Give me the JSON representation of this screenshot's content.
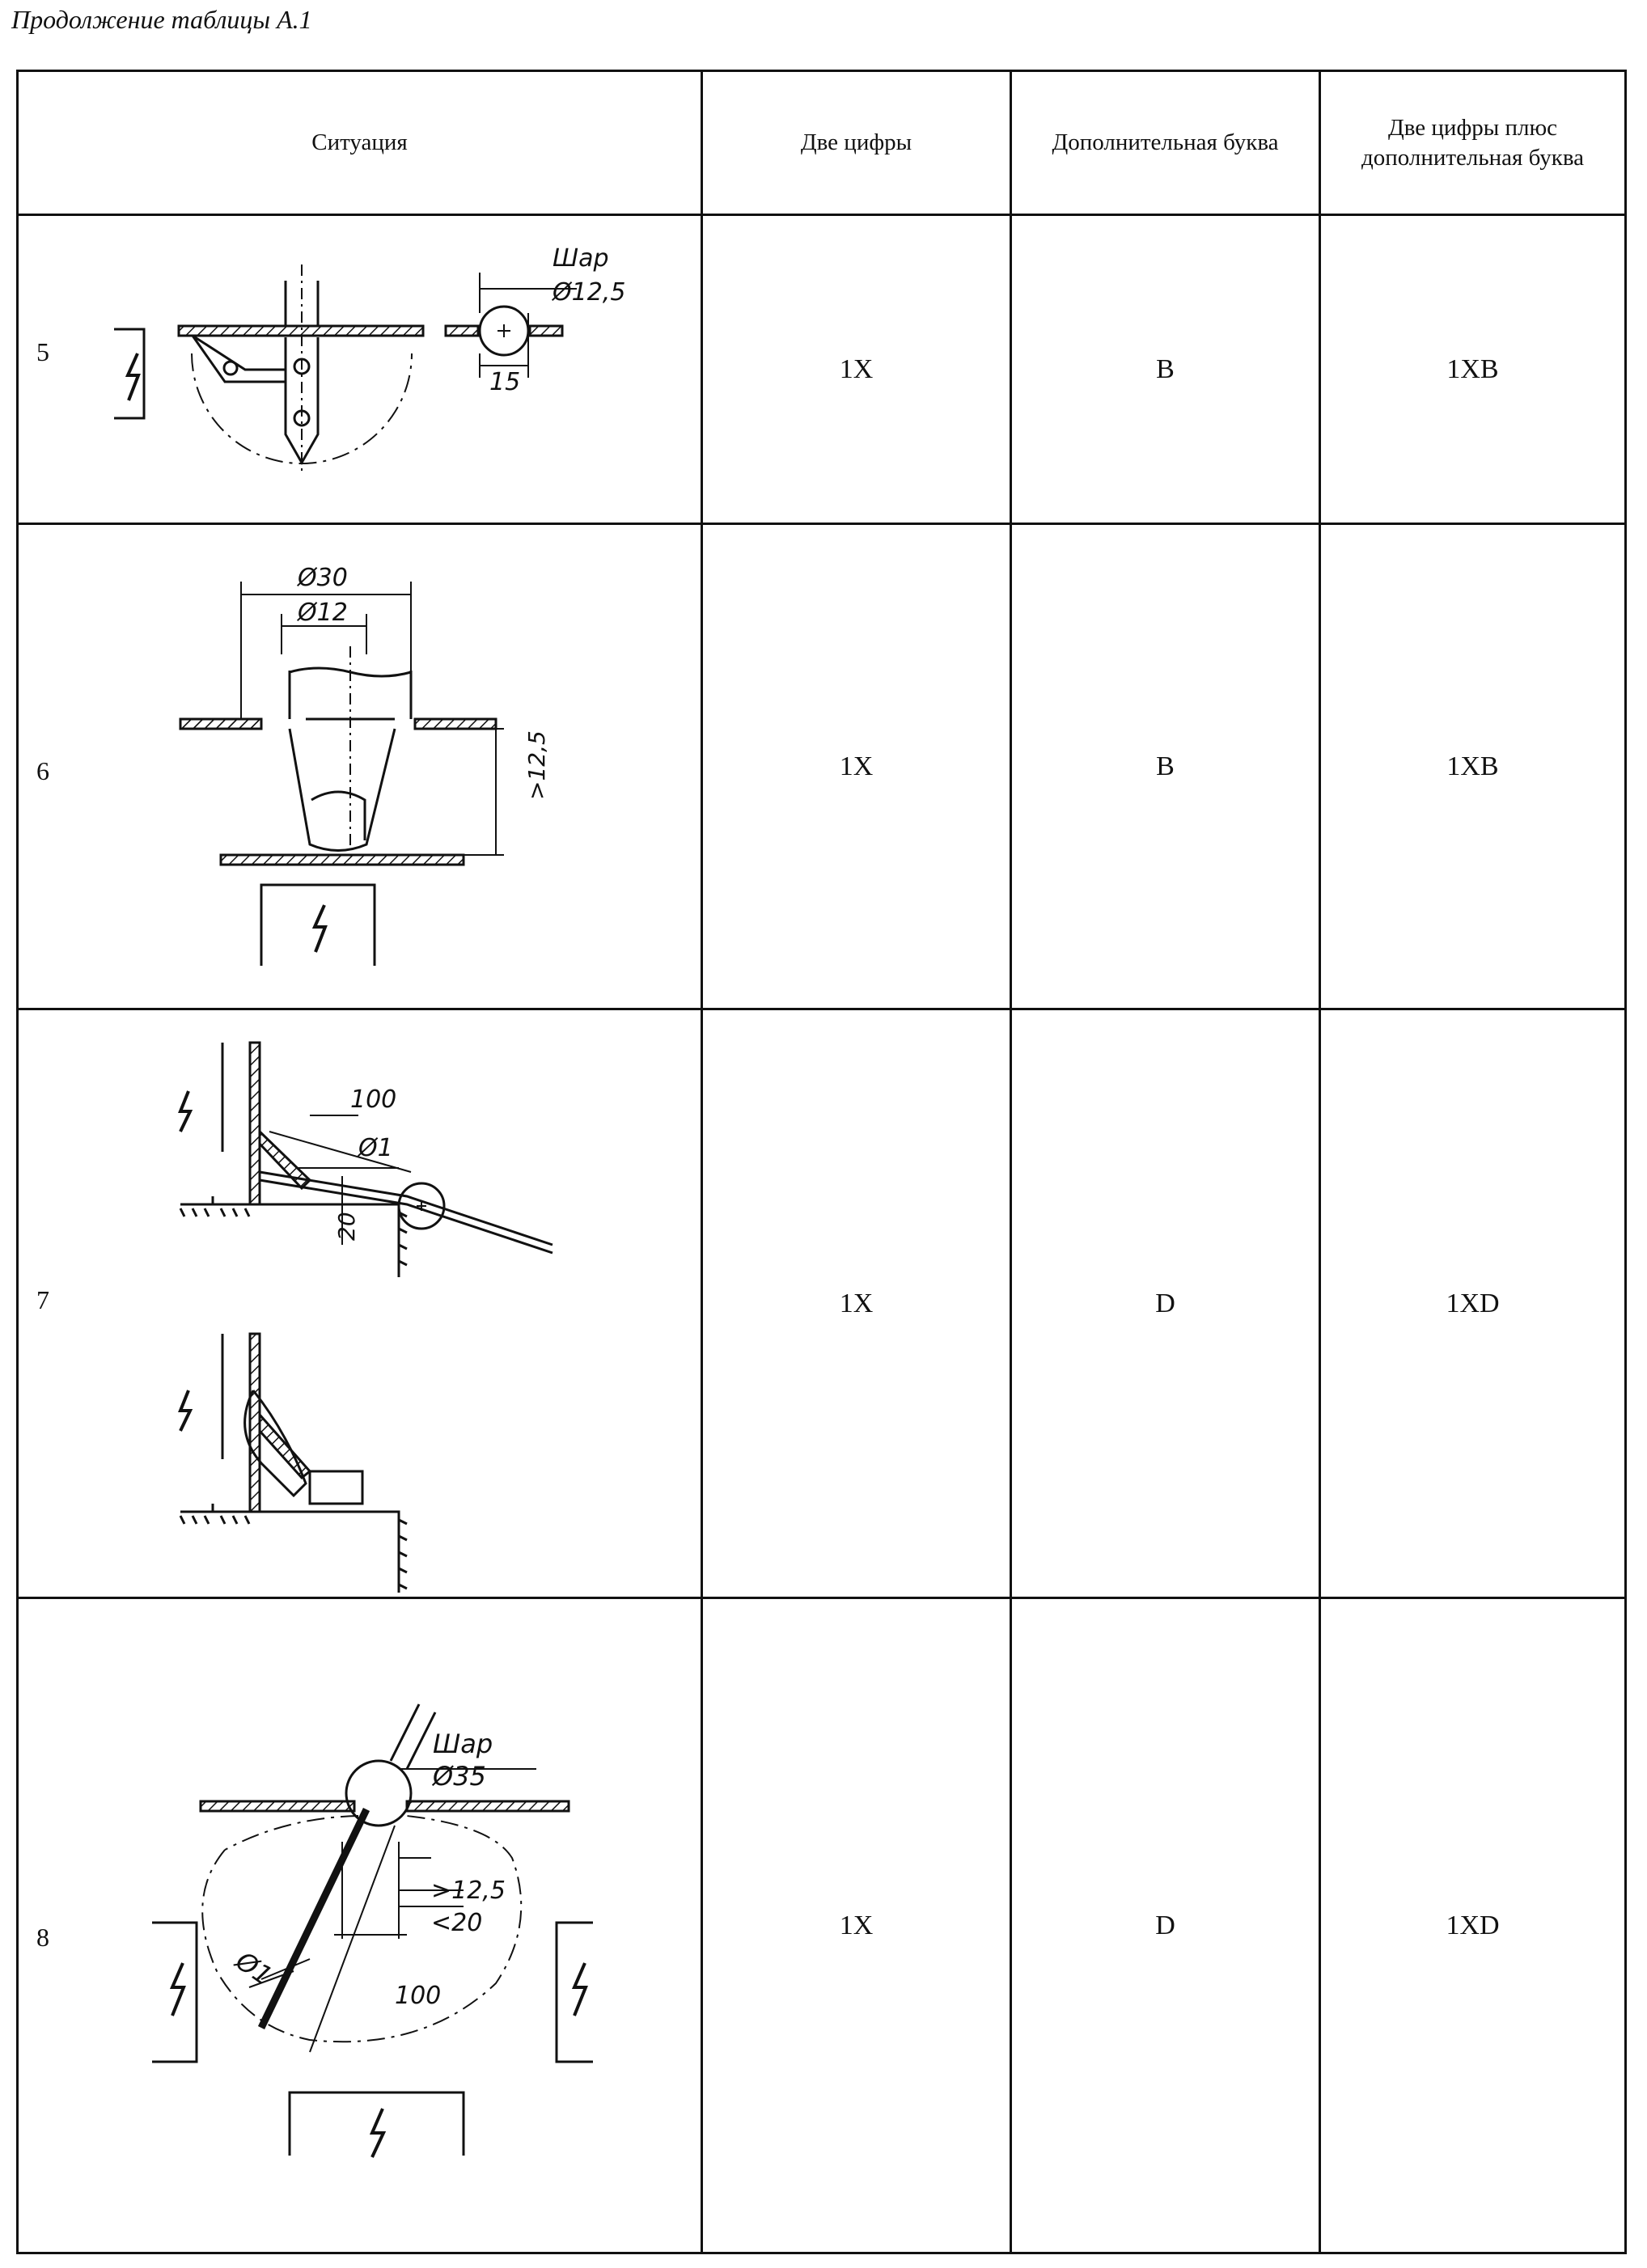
{
  "caption": "Продолжение таблицы А.1",
  "headers": {
    "situation": "Ситуация",
    "two_digits": "Две цифры",
    "extra_letter": "Дополнительная буква",
    "two_digits_plus_letter": "Две цифры плюс дополнительная буква"
  },
  "rows": [
    {
      "number": "5",
      "two_digits": "1X",
      "extra_letter": "B",
      "combined": "1XB",
      "labels": {
        "ball": "Шар",
        "dia": "Ø12,5",
        "dim": "15"
      }
    },
    {
      "number": "6",
      "two_digits": "1X",
      "extra_letter": "B",
      "combined": "1XB",
      "labels": {
        "d1": "Ø30",
        "d2": "Ø12",
        "h": ">12,5"
      }
    },
    {
      "number": "7",
      "two_digits": "1X",
      "extra_letter": "D",
      "combined": "1XD",
      "labels": {
        "len": "100",
        "dia": "Ø1",
        "h": "20"
      }
    },
    {
      "number": "8",
      "two_digits": "1X",
      "extra_letter": "D",
      "combined": "1XD",
      "labels": {
        "ball": "Шар",
        "dia": "Ø35",
        "gt": ">12,5",
        "lt": "<20",
        "wire": "Ø1",
        "len": "100"
      }
    }
  ]
}
